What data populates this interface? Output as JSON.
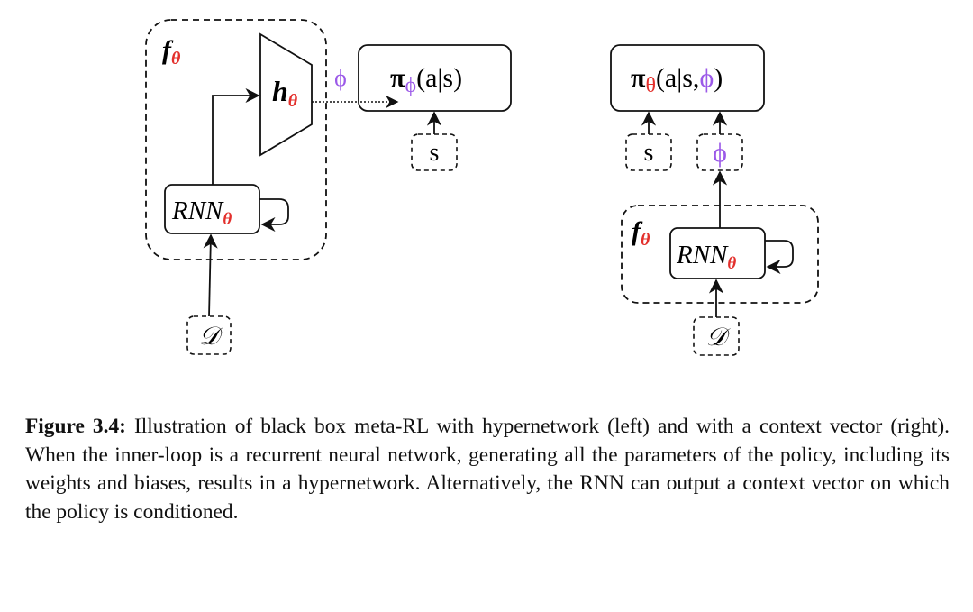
{
  "figure": {
    "left_diagram": {
      "name": "hypernetwork",
      "outer_box_label": {
        "main": "f",
        "sub": "θ"
      },
      "hypernet_label": {
        "main": "h",
        "sub": "θ"
      },
      "rnn_label": {
        "main": "RNN",
        "sub": "θ"
      },
      "output_label": "ϕ",
      "policy_label": {
        "main": "π",
        "sub": "ϕ",
        "args": "(a|s)"
      },
      "state_input": "s",
      "data_input": "𝒟"
    },
    "right_diagram": {
      "name": "context-vector",
      "policy_label": {
        "main": "π",
        "sub": "θ",
        "args_open": "(a|s,",
        "args_phi": "ϕ",
        "args_close": ")"
      },
      "state_input": "s",
      "context_input": "ϕ",
      "outer_box_label": {
        "main": "f",
        "sub": "θ"
      },
      "rnn_label": {
        "main": "RNN",
        "sub": "θ"
      },
      "data_input": "𝒟"
    },
    "colors": {
      "theta": "#e3302c",
      "phi": "#9b59e8",
      "stroke": "#111111"
    }
  },
  "caption": {
    "label": "Figure 3.4:",
    "text": " Illustration of black box meta-RL with hypernetwork (left) and with a context vector (right). When the inner-loop is a recurrent neural network, generating all the parameters of the policy, including its weights and biases, results in a hypernetwork. Alternatively, the RNN can output a context vector on which the policy is conditioned."
  }
}
